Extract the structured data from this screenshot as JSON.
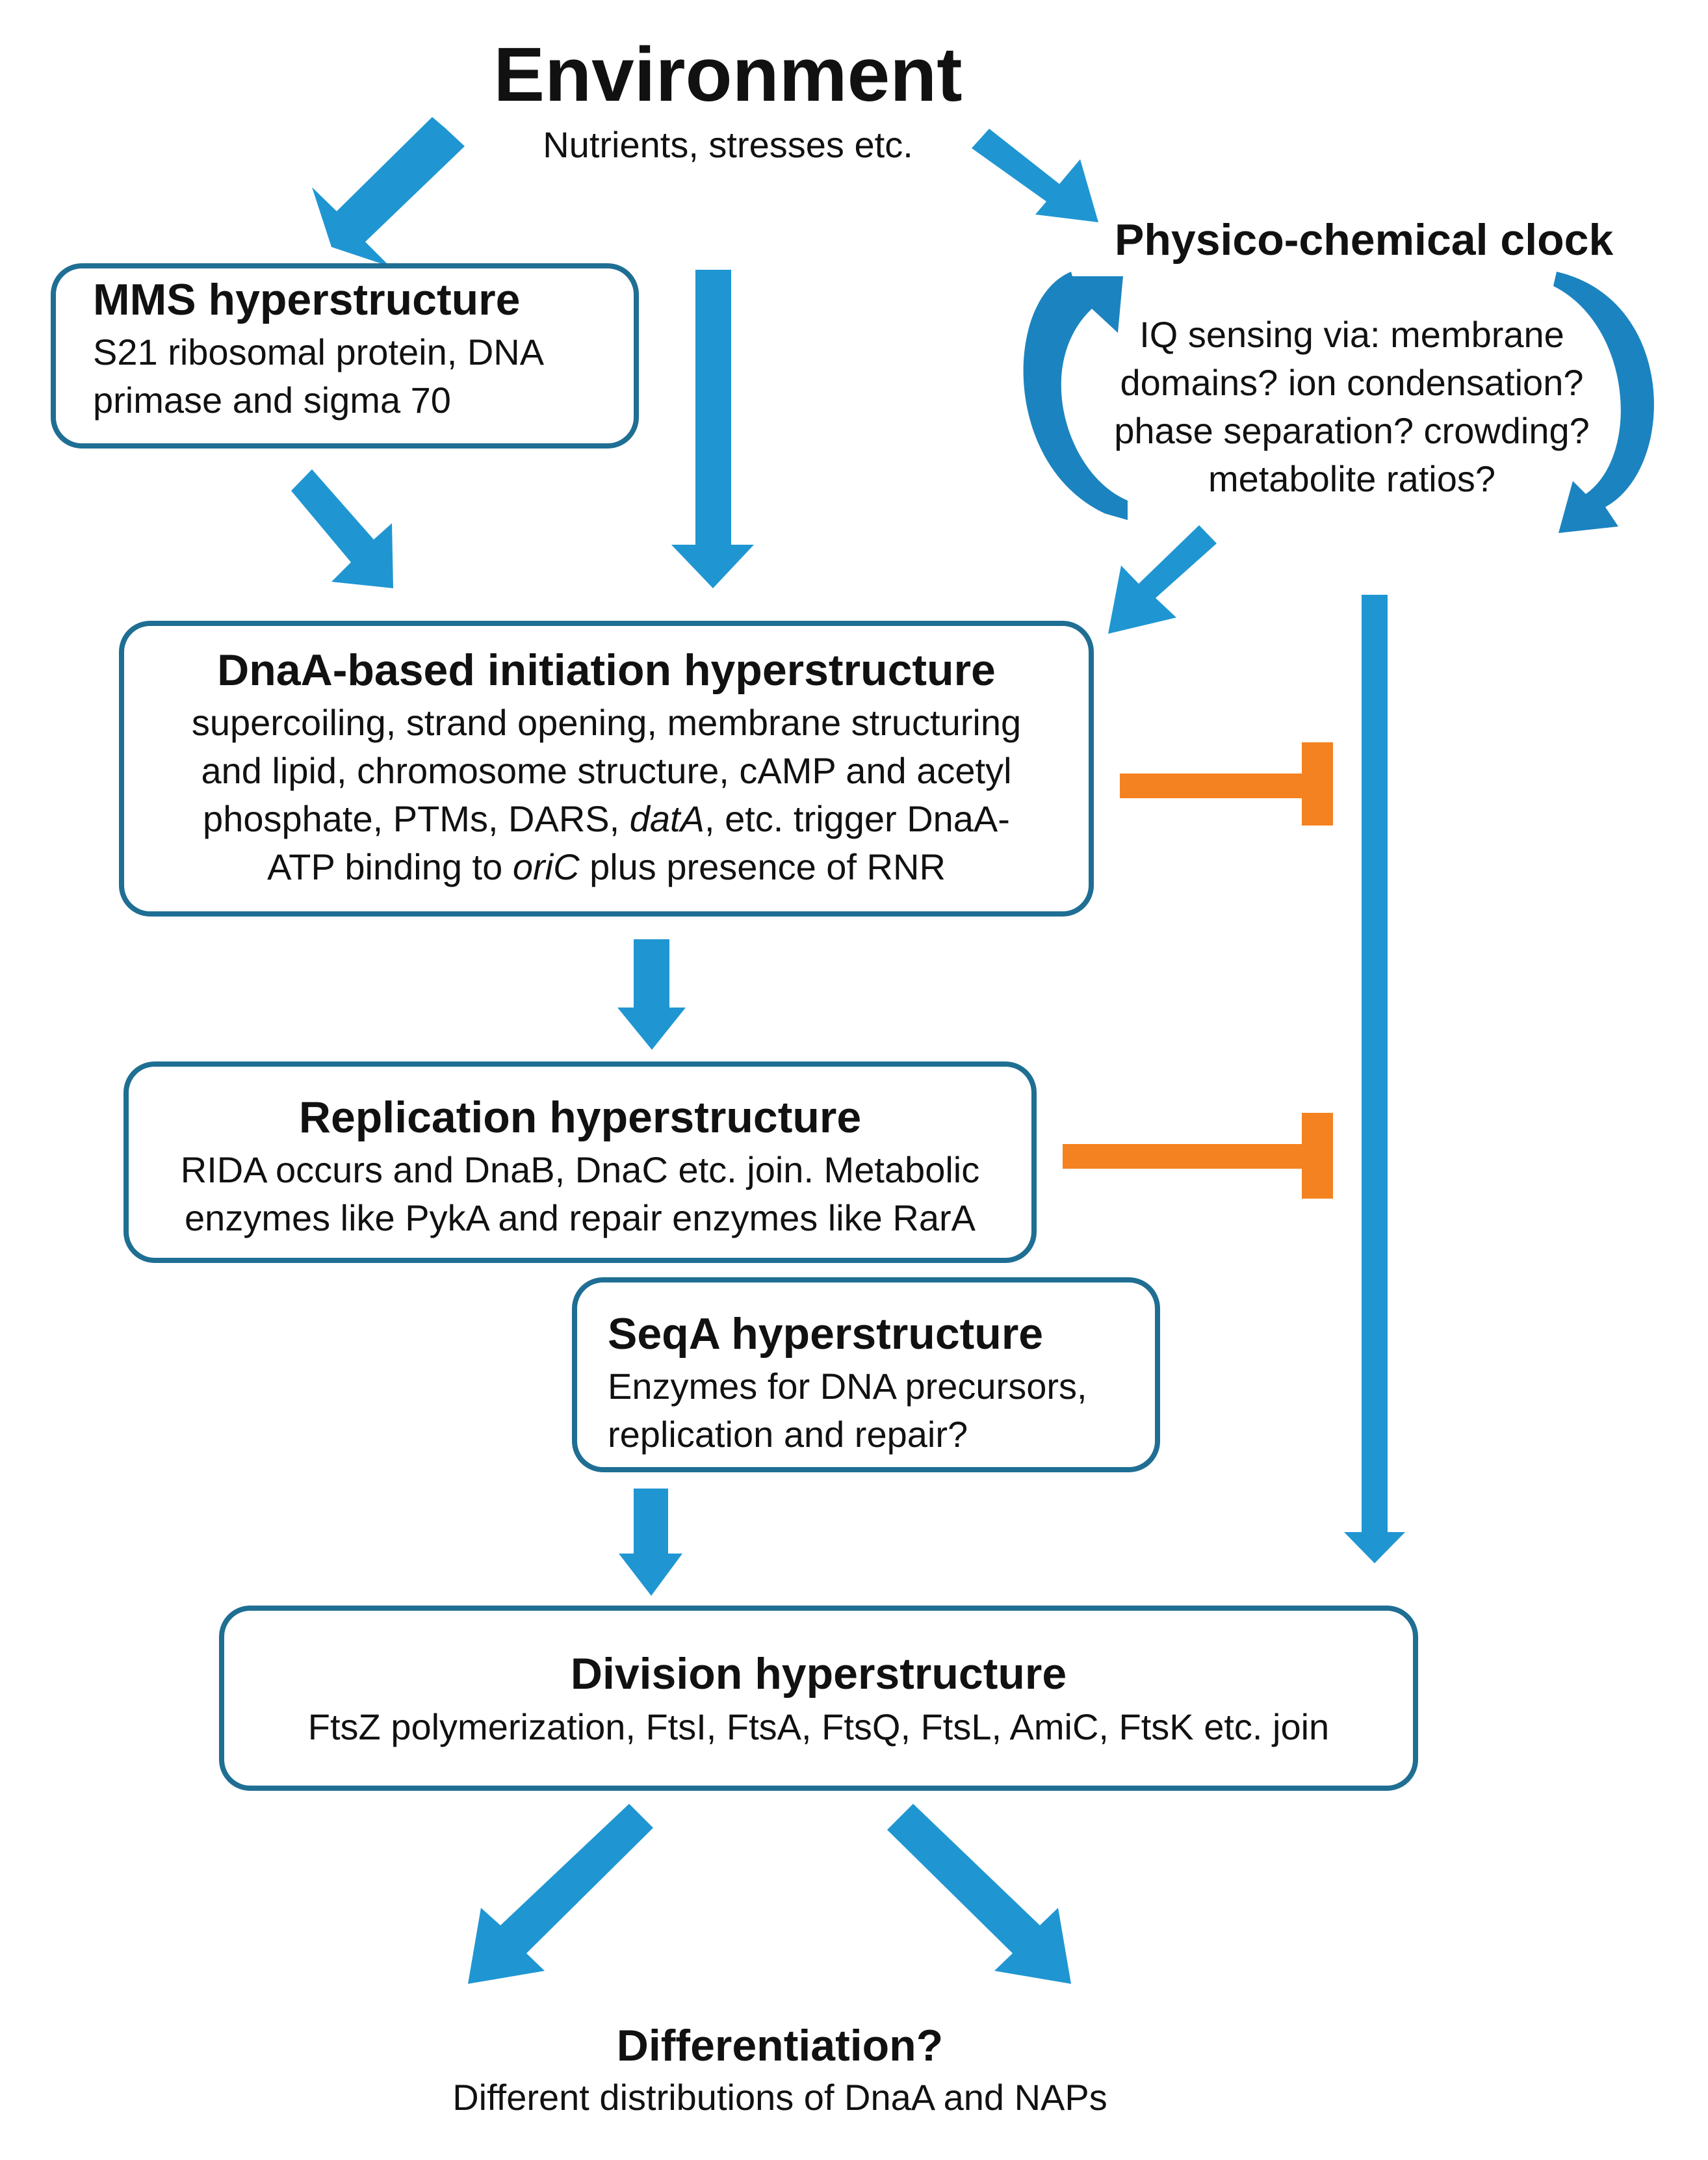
{
  "environment": {
    "title": "Environment",
    "subtitle": "Nutrients,  stresses etc."
  },
  "clock": {
    "title": "Physico-chemical clock",
    "lines": [
      "IQ sensing via: membrane",
      "domains? ion condensation?",
      "phase separation? crowding?",
      "metabolite ratios?"
    ]
  },
  "mms": {
    "title": "MMS hyperstructure",
    "lines": [
      "S21 ribosomal protein, DNA",
      "primase and sigma 70"
    ]
  },
  "dnaa": {
    "title": "DnaA-based initiation hyperstructure",
    "line1": "supercoiling, strand opening, membrane structuring",
    "line2": "and lipid, chromosome structure,  cAMP and acetyl",
    "line3_a": "phosphate,  PTMs, DARS, ",
    "line3_b": "datA",
    "line3_c": ", etc. trigger DnaA-",
    "line4_a": "ATP binding to ",
    "line4_b": "oriC",
    "line4_c": " plus presence of RNR"
  },
  "replication": {
    "title": "Replication hyperstructure",
    "lines": [
      "RIDA occurs and DnaB, DnaC etc. join. Metabolic",
      "enzymes  like PykA and repair enzymes  like RarA"
    ]
  },
  "seqa": {
    "title": "SeqA hyperstructure",
    "lines": [
      "Enzymes  for DNA precursors,",
      "replication and repair?"
    ]
  },
  "division": {
    "title": "Division hyperstructure",
    "line": "FtsZ polymerization,  FtsI,  FtsA,  FtsQ,  FtsL, AmiC, FtsK etc. join"
  },
  "differentiation": {
    "title": "Differentiation?",
    "subtitle": "Different  distributions of DnaA and NAPs"
  },
  "colors": {
    "box_border": "#1f6e93",
    "arrow_blue": "#1f96d2",
    "clock_arrow": "#1b84c0",
    "inhibition_orange": "#f58220"
  }
}
